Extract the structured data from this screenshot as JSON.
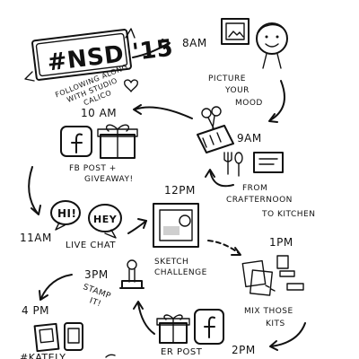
{
  "title": {
    "badge": "#NSD '15",
    "subtitle_lines": [
      "FOLLOWING ALONG",
      "WITH STUDIO",
      "CALICO"
    ]
  },
  "events": {
    "e8am": {
      "time": "8AM",
      "lines": [
        "PICTURE",
        "YOUR",
        "MOOD"
      ]
    },
    "e9am": {
      "time": "9AM",
      "lines": [
        "FROM",
        "CRAFTERNOON",
        "TO KITCHEN"
      ]
    },
    "e10am": {
      "time": "10 AM",
      "lines": [
        "FB POST +",
        "GIVEAWAY!"
      ]
    },
    "e11am": {
      "time": "11AM",
      "lines": [
        "LIVE CHAT"
      ],
      "bubble_left": "HI!",
      "bubble_right": "HEY"
    },
    "e12pm": {
      "time": "12PM",
      "lines": [
        "SKETCH",
        "CHALLENGE"
      ]
    },
    "e1pm": {
      "time": "1PM",
      "lines": [
        "MIX THOSE",
        "KITS"
      ]
    },
    "e2pm": {
      "time": "2PM",
      "lines": [
        "ER POST"
      ]
    },
    "e3pm": {
      "time": "3PM",
      "lines": [
        "STAMP",
        "IT!"
      ]
    },
    "e4pm": {
      "time": "4 PM",
      "lines": [
        "#KATELY"
      ]
    }
  },
  "icons": {
    "e8am": [
      "framed-photo-icon",
      "smiling-face-icon"
    ],
    "e9am": [
      "craft-supplies-icon",
      "kitchen-utensils-icon"
    ],
    "e10am": [
      "facebook-icon",
      "gift-icon"
    ],
    "e11am": [
      "speech-bubble-hi-icon",
      "speech-bubble-hey-icon"
    ],
    "e12pm": [
      "sketch-frame-icon"
    ],
    "e1pm": [
      "craft-kits-icon"
    ],
    "e2pm": [
      "gift-icon",
      "facebook-icon"
    ],
    "e3pm": [
      "rubber-stamp-icon"
    ],
    "e4pm": [
      "photo-prints-icon"
    ]
  },
  "ink_color": "#111111"
}
